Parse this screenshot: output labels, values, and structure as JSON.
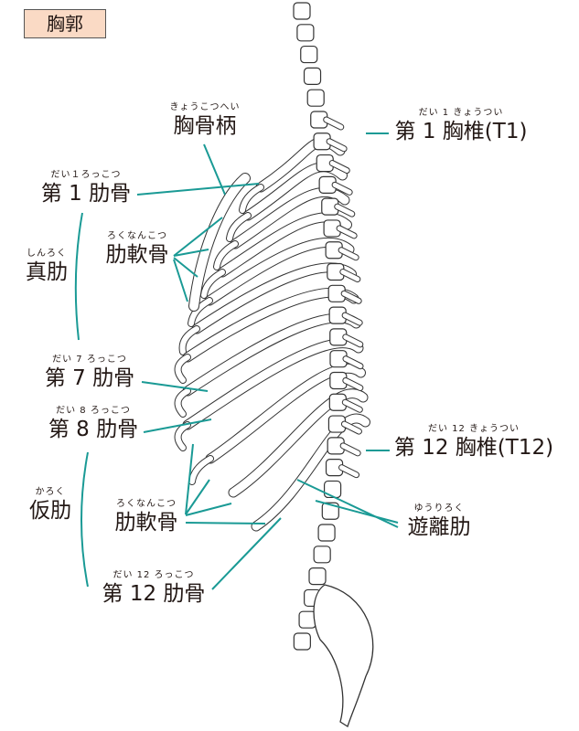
{
  "title": "胸郭",
  "colors": {
    "leader": "#1a9a95",
    "title_bg": "#fadac5",
    "text": "#231815"
  },
  "labels": {
    "manubrium": {
      "ruby": "きょうこつへい",
      "text": "胸骨柄"
    },
    "rib1": {
      "ruby": "だい１ろっこつ",
      "text": "第 1 肋骨"
    },
    "true_ribs": {
      "ruby": "しんろく",
      "text": "真肋"
    },
    "costal_cartilage_upper": {
      "ruby": "ろくなんこつ",
      "text": "肋軟骨"
    },
    "rib7": {
      "ruby": "だい 7 ろっこつ",
      "text": "第 7 肋骨"
    },
    "rib8": {
      "ruby": "だい 8 ろっこつ",
      "text": "第 8 肋骨"
    },
    "false_ribs": {
      "ruby": "かろく",
      "text": "仮肋"
    },
    "costal_cartilage_lower": {
      "ruby": "ろくなんこつ",
      "text": "肋軟骨"
    },
    "rib12": {
      "ruby": "だい 12 ろっこつ",
      "text": "第 12 肋骨"
    },
    "t1": {
      "ruby": "だい 1 きょうつい",
      "text": "第 1 胸椎(T1)"
    },
    "t12": {
      "ruby": "だい 12 きょうつい",
      "text": "第 12 胸椎(T12)"
    },
    "floating_ribs": {
      "ruby": "ゆうりろく",
      "text": "遊離肋"
    }
  }
}
